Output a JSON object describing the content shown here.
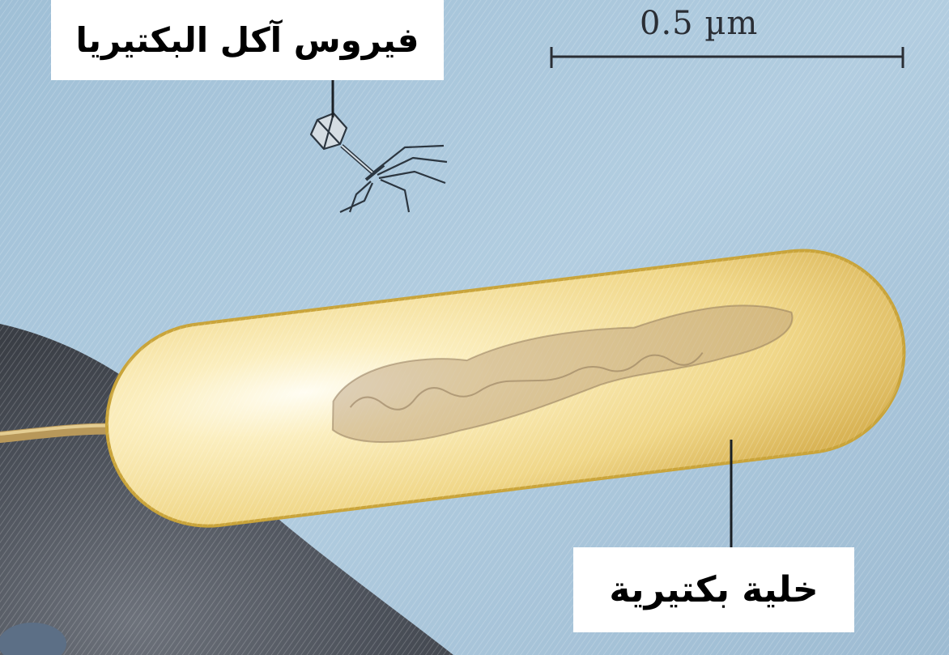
{
  "labels": {
    "phage": "فيروس آكل البكتيريا",
    "bacterial_cell": "خلية بكتيرية"
  },
  "scale_bar": {
    "text": "0.5 µm"
  },
  "colors": {
    "background": "#a9c6db",
    "cell_body": "#f3dd8c",
    "cell_edge": "#c9a43a",
    "host_surface": "#4a4f57",
    "flagellum": "#b8985a",
    "phage_line": "#2c3640",
    "leader_line": "#1a1f24"
  }
}
